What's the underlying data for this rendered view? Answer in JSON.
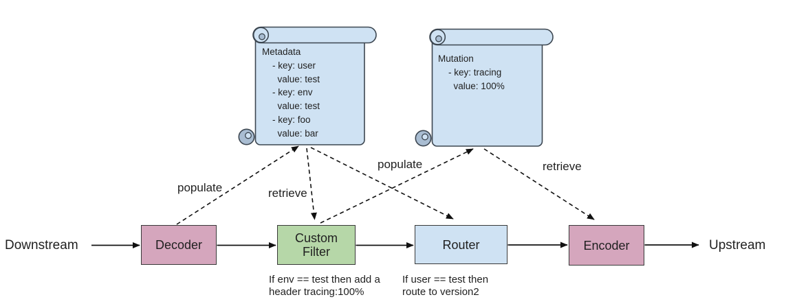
{
  "nodes": {
    "downstream": {
      "label": "Downstream"
    },
    "decoder": {
      "label": "Decoder"
    },
    "custom_filter": {
      "label": "Custom Filter"
    },
    "router": {
      "label": "Router"
    },
    "encoder": {
      "label": "Encoder"
    },
    "upstream": {
      "label": "Upstream"
    }
  },
  "scrolls": {
    "metadata": {
      "text": "Metadata\n    - key: user\n      value: test\n    - key: env\n      value: test\n    - key: foo\n      value: bar"
    },
    "mutation": {
      "text": "Mutation\n    - key: tracing\n      value: 100%"
    }
  },
  "edges": {
    "populate_decoder_metadata": {
      "label": "populate"
    },
    "retrieve_metadata_filter": {
      "label": "retrieve"
    },
    "populate_filter_mutation": {
      "label": "populate"
    },
    "retrieve_mutation_encoder": {
      "label": "retrieve"
    }
  },
  "captions": {
    "custom_filter": "If env == test then add a\nheader tracing:100%",
    "router": "If user == test then\nroute to version2"
  },
  "colors": {
    "node-pink": "#d5a6bd",
    "node-green": "#b6d7a8",
    "node-blue": "#cfe2f3",
    "scroll-fill": "#cfe2f3",
    "scroll-curl": "#a9bdd2",
    "scroll-stroke": "#3c4650",
    "outline": "#383838",
    "arrow": "#111111",
    "text": "#1f1f1f"
  }
}
